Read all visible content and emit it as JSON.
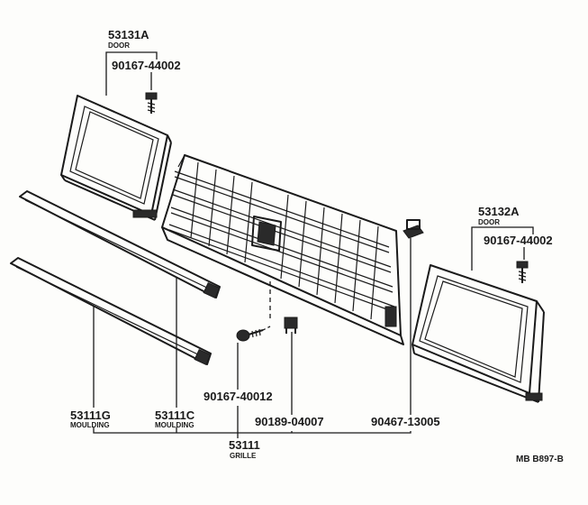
{
  "parts": {
    "door_left": {
      "number": "53131A",
      "name": "DOOR"
    },
    "screw_left": {
      "number": "90167-44002"
    },
    "door_right": {
      "number": "53132A",
      "name": "DOOR"
    },
    "screw_right": {
      "number": "90167-44002"
    },
    "moulding_g": {
      "number": "53111G",
      "name": "MOULDING"
    },
    "moulding_c": {
      "number": "53111C",
      "name": "MOULDING"
    },
    "grille": {
      "number": "53111",
      "name": "GRILLE"
    },
    "screw_center": {
      "number": "90167-40012"
    },
    "clip_center": {
      "number": "90189-04007"
    },
    "clip_right": {
      "number": "90467-13005"
    }
  },
  "diagram_code": "MB B897-B"
}
